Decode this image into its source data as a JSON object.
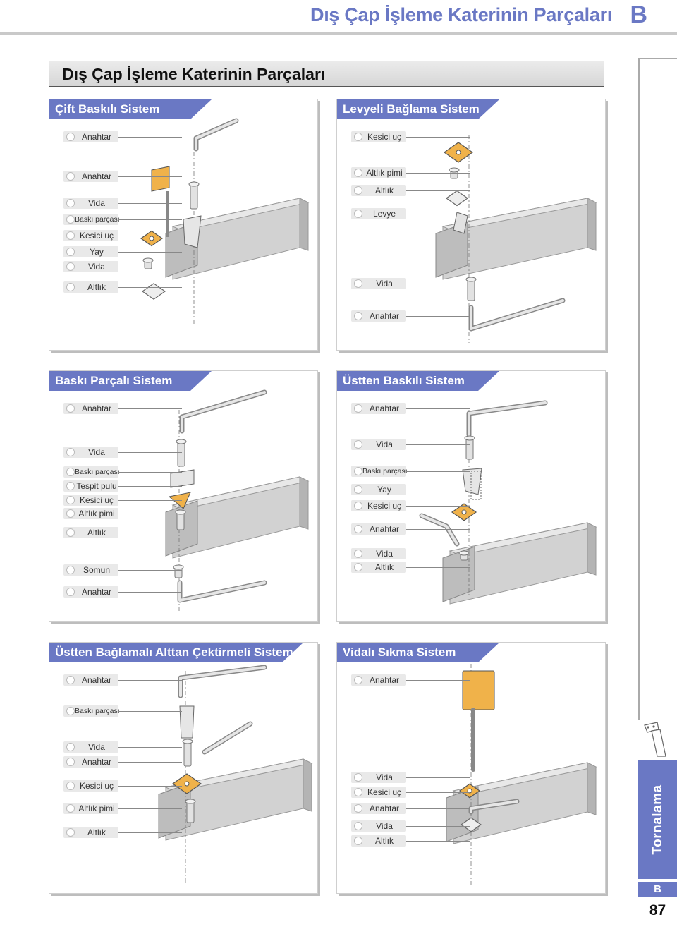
{
  "header": {
    "title": "Dış Çap İşleme Katerinin Parçaları",
    "letter": "B"
  },
  "section": {
    "title": "Dış Çap İşleme Katerinin Parçaları"
  },
  "panels": [
    {
      "title": "Çift Baskılı Sistem",
      "labels": [
        "Anahtar",
        "Anahtar",
        "Vida",
        "Baskı parçası",
        "Kesici uç",
        "Yay",
        "Vida",
        "Altlık"
      ]
    },
    {
      "title": "Levyeli Bağlama Sistem",
      "labels": [
        "Kesici uç",
        "Altlık pimi",
        "Altlık",
        "Levye",
        "Vida",
        "Anahtar"
      ]
    },
    {
      "title": "Baskı Parçalı Sistem",
      "labels": [
        "Anahtar",
        "Vida",
        "Baskı parçası",
        "Tespit pulu",
        "Kesici uç",
        "Altlık pimi",
        "Altlık",
        "Somun",
        "Anahtar"
      ]
    },
    {
      "title": "Üstten Baskılı Sistem",
      "labels": [
        "Anahtar",
        "Vida",
        "Baskı parçası",
        "Yay",
        "Kesici uç",
        "Anahtar",
        "Vida",
        "Altlık"
      ]
    },
    {
      "title": "Üstten Bağlamalı Alttan Çektirmeli Sistem",
      "labels": [
        "Anahtar",
        "Baskı parçası",
        "Vida",
        "Anahtar",
        "Kesici uç",
        "Altlık pimi",
        "Altlık"
      ]
    },
    {
      "title": "Vidalı Sıkma Sistem",
      "labels": [
        "Anahtar",
        "Vida",
        "Kesici uç",
        "Anahtar",
        "Vida",
        "Altlık"
      ]
    }
  ],
  "side": {
    "tab_label": "Tornalama",
    "letter": "B",
    "page_number": "87"
  },
  "colors": {
    "accent": "#6a78c4",
    "insert": "#f0b24a",
    "holder": "#c9c9c9"
  }
}
